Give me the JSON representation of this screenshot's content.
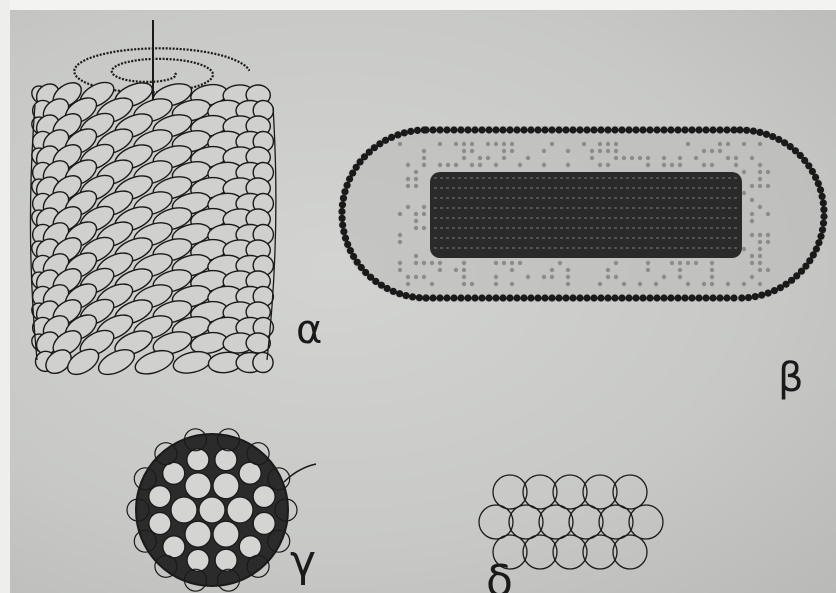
{
  "panels": [
    {
      "id": "alpha",
      "label": "α",
      "structure": "helical-rod"
    },
    {
      "id": "beta",
      "label": "β",
      "structure": "capsule-with-core"
    },
    {
      "id": "gamma",
      "label": "γ",
      "structure": "icosahedral-sphere"
    },
    {
      "id": "delta",
      "label": "δ",
      "structure": "sphere-cluster"
    }
  ],
  "colors": {
    "background": "#c9cac8",
    "ink": "#1a1a1a"
  }
}
